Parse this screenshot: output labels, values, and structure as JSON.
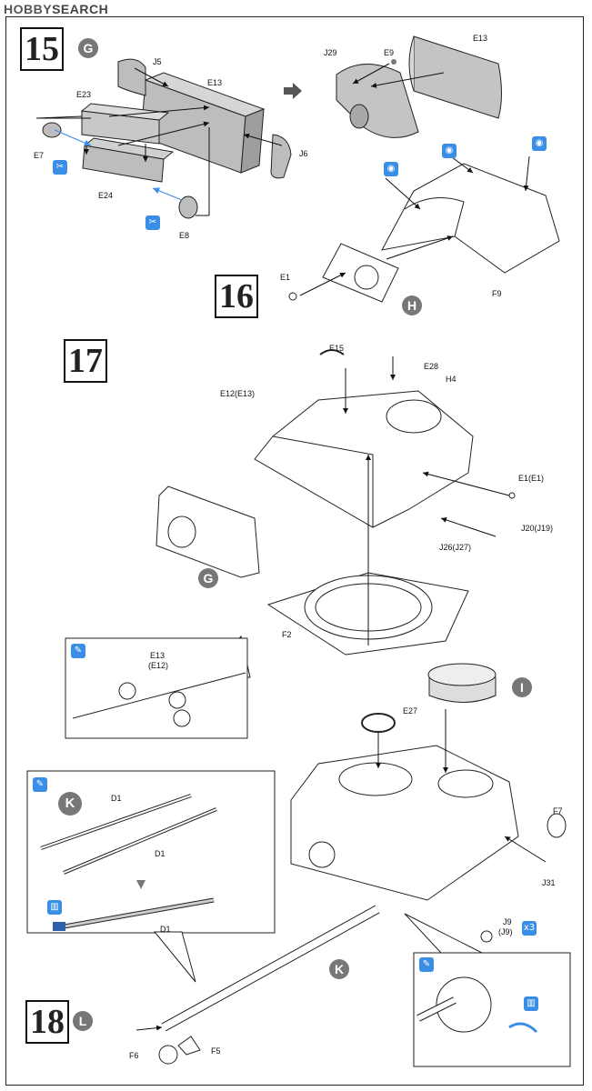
{
  "watermark": {
    "brand": "HOBBY",
    "suffix": "SEARCH"
  },
  "steps": {
    "s15": "15",
    "s16": "16",
    "s17": "17",
    "s18": "18"
  },
  "subassembly": {
    "G": "G",
    "H": "H",
    "G2": "G",
    "I": "I",
    "K1": "K",
    "K2": "K",
    "L": "L"
  },
  "parts": {
    "J5": "J5",
    "E13": "E13",
    "E23": "E23",
    "E7": "E7",
    "E24": "E24",
    "E8": "E8",
    "J6": "J6",
    "J29": "J29",
    "E9": "E9",
    "E13b": "E13",
    "E1": "E1",
    "F9": "F9",
    "E15": "E15",
    "E28": "E28",
    "E12_E13": "E12(E13)",
    "H4": "H4",
    "E1_E1": "E1(E1)",
    "J20_J19": "J20(J19)",
    "J26_J27": "J26(J27)",
    "F2": "F2",
    "E13_E12_a": "E13",
    "E13_E12_b": "(E12)",
    "E27": "E27",
    "F7": "F7",
    "J31": "J31",
    "J9": "J9",
    "J9b": "(J9)",
    "x3": "x3",
    "D1a": "D1",
    "D1b": "D1",
    "D1c": "D1",
    "F6": "F6",
    "F5": "F5"
  },
  "icons": [
    "glue-icon",
    "cement-icon",
    "paint-icon",
    "arrow-icon"
  ]
}
